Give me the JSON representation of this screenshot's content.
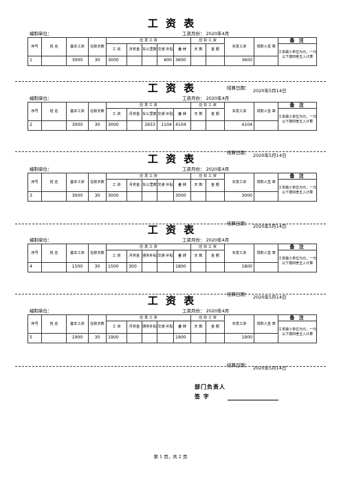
{
  "header": {
    "title": "工 资 表",
    "unit_label": "编制单位：",
    "month_label": "工资月份：  2020年4月"
  },
  "columns": {
    "seq": "序号",
    "name": "姓 名",
    "base": "基本工资",
    "days": "在职天数",
    "payable_group": "应 发 工 资",
    "deduct_group": "应 扣 工 资",
    "actual": "实发工资",
    "recipient": "领款人签 章",
    "remark": "备 注",
    "wage": "工  资",
    "bonus": "月奖金",
    "total": "合 计",
    "deduct_days": "天 数",
    "deduct_amount": "金 额"
  },
  "remark_note": "工资最小单位为元，一元以下按四舍五入计算",
  "settle_label": "结算日期：",
  "slips": [
    {
      "seq": "1",
      "base": "3000",
      "days": "30",
      "wage": "3000",
      "bonus": "",
      "allowance_a_label": "车公里数",
      "allowance_a": "",
      "allowance_b_label": "交通 补贴",
      "allowance_b": "600",
      "total": "3600",
      "deduct_days": "",
      "deduct_amount": "",
      "actual": "3600",
      "date": "2020年5月14日"
    },
    {
      "seq": "2",
      "base": "3000",
      "days": "30",
      "wage": "3000",
      "bonus": "",
      "allowance_a_label": "车公里数",
      "allowance_a": "2653",
      "allowance_b_label": "交通 补贴",
      "allowance_b": "1104",
      "total": "4104",
      "deduct_days": "",
      "deduct_amount": "",
      "actual": "4104",
      "date": "2020年5月14日"
    },
    {
      "seq": "3",
      "base": "3000",
      "days": "30",
      "wage": "3000",
      "bonus": "",
      "allowance_a_label": "车公里数",
      "allowance_a": "",
      "allowance_b_label": "交通 补贴",
      "allowance_b": "",
      "total": "3000",
      "deduct_days": "",
      "deduct_amount": "",
      "actual": "3000",
      "date": "2020年5月14日"
    },
    {
      "seq": "4",
      "base": "1500",
      "days": "30",
      "wage": "1500",
      "bonus": "300",
      "allowance_a_label": "朋务补贴",
      "allowance_a": "",
      "allowance_b_label": "交通 补贴",
      "allowance_b": "",
      "total": "1800",
      "deduct_days": "",
      "deduct_amount": "",
      "actual": "1800",
      "date": "2020年5月14日"
    },
    {
      "seq": "5",
      "base": "1900",
      "days": "30",
      "wage": "1900",
      "bonus": "",
      "allowance_a_label": "朋务补贴",
      "allowance_a": "",
      "allowance_b_label": "交通 补贴",
      "allowance_b": "",
      "total": "1900",
      "deduct_days": "",
      "deduct_amount": "",
      "actual": "1900",
      "date": "2020年5月14日"
    }
  ],
  "signature": {
    "dept_head": "部门负责人",
    "sign_label": "签    字"
  },
  "footer": "第 1 页，共 2 页"
}
